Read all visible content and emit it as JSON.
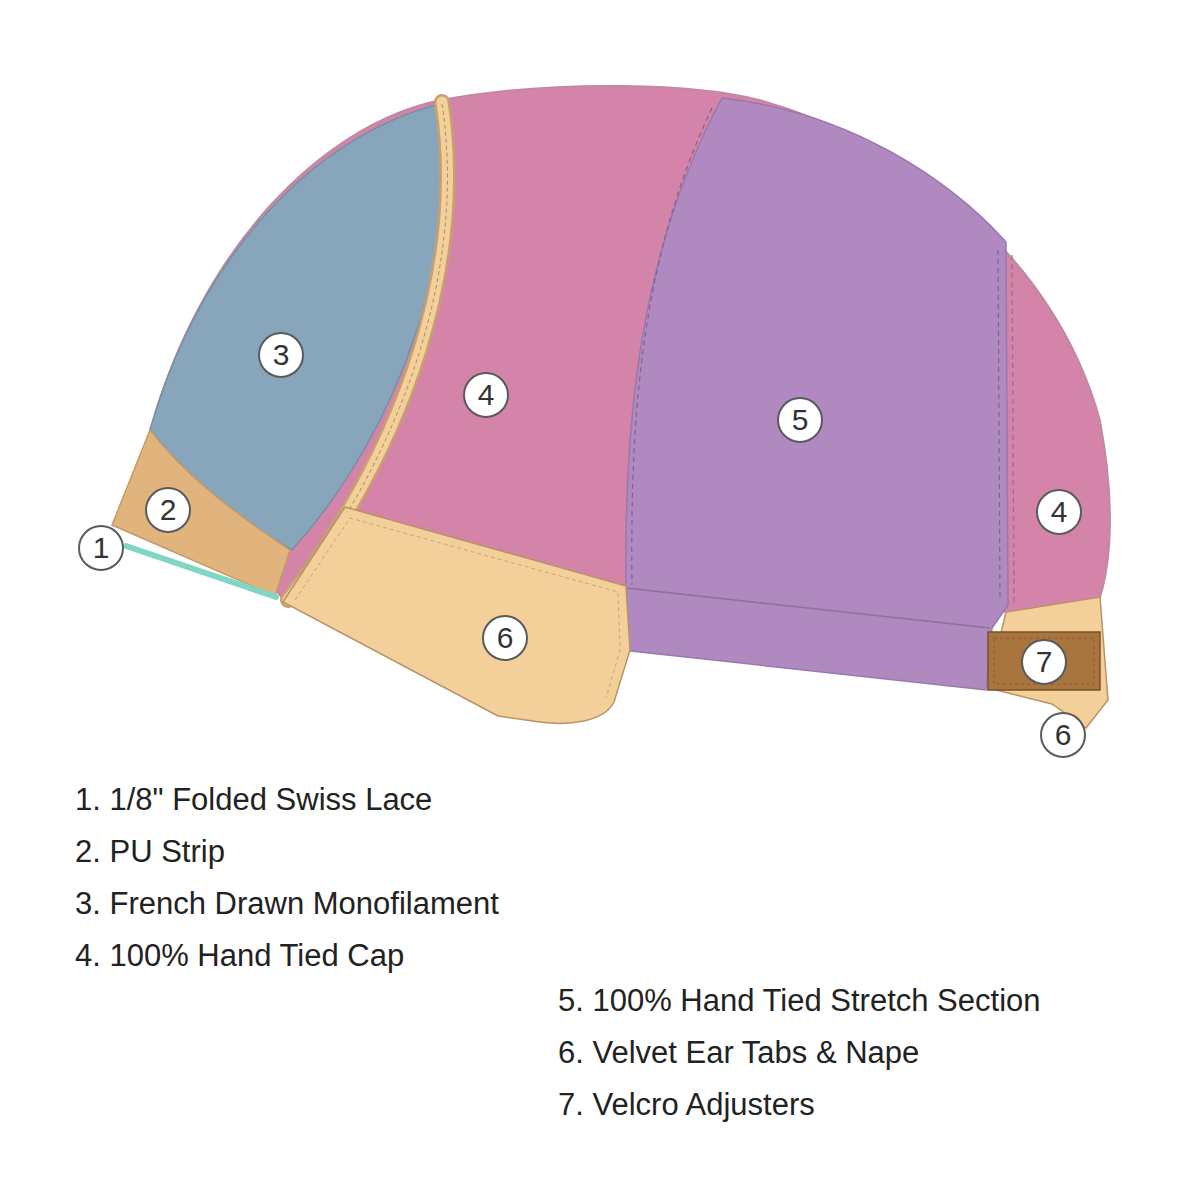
{
  "diagram": {
    "nodes": [
      {
        "text": [
          "3"
        ]
      },
      {
        "text": [
          "4"
        ]
      },
      {
        "text": [
          "5"
        ]
      },
      {
        "text": [
          "2"
        ]
      },
      {
        "text": [
          "4"
        ]
      },
      {
        "text": [
          "1"
        ]
      },
      {
        "text": [
          "6"
        ]
      },
      {
        "text": [
          "7"
        ]
      },
      {
        "text": [
          "6"
        ]
      }
    ],
    "labels": [
      "1. 1/8\" Folded Swiss Lace",
      "2. PU Strip",
      "3. French Drawn Monofilament",
      "4. 100% Hand Tied Cap",
      "5. 100% Hand Tied Stretch Section",
      "6. Velvet Ear Tabs & Nape",
      "7. Velcro Adjusters"
    ]
  }
}
